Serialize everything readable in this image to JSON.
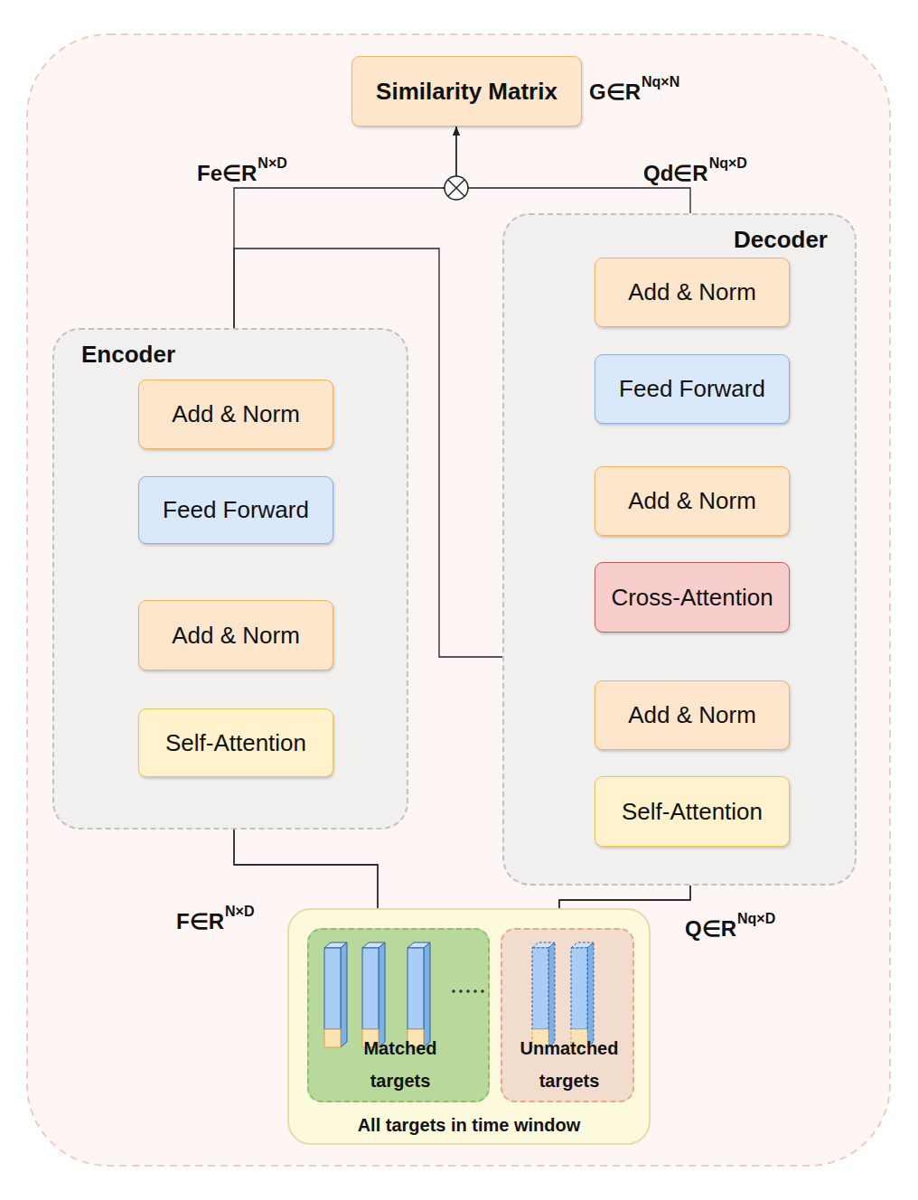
{
  "diagram": {
    "nodes": [
      {
        "text": [
          "Similarity Matrix"
        ]
      },
      {
        "text": [
          "Encoder"
        ]
      },
      {
        "text": [
          "Add & Norm"
        ],
        "in": 1
      },
      {
        "text": [
          "Feed Forward"
        ],
        "in": 1
      },
      {
        "text": [
          "Add & Norm"
        ],
        "in": 1
      },
      {
        "text": [
          "Self-Attention"
        ],
        "in": 1
      },
      {
        "text": [
          "Decoder"
        ]
      },
      {
        "text": [
          "Add & Norm"
        ],
        "in": 6
      },
      {
        "text": [
          "Feed Forward"
        ],
        "in": 6
      },
      {
        "text": [
          "Add & Norm"
        ],
        "in": 6
      },
      {
        "text": [
          "Cross-Attention"
        ],
        "in": 6
      },
      {
        "text": [
          "Add & Norm"
        ],
        "in": 6
      },
      {
        "text": [
          "Self-Attention"
        ],
        "in": 6
      },
      {
        "text": [
          "All targets in time window"
        ]
      },
      {
        "text": [
          "Matched targets"
        ],
        "in": 13
      },
      {
        "text": [
          "Unmatched targets"
        ],
        "in": 13
      }
    ],
    "edges": [
      {
        "from": 2,
        "to": 0,
        "arrow": "to"
      },
      {
        "from": 7,
        "to": 0,
        "arrow": "to"
      },
      {
        "from": 13,
        "to": 5,
        "arrow": "to"
      },
      {
        "from": 13,
        "to": 4,
        "arrow": "to"
      },
      {
        "from": 5,
        "to": 4,
        "arrow": "to"
      },
      {
        "from": 4,
        "to": 3,
        "arrow": "to"
      },
      {
        "from": 3,
        "to": 2,
        "arrow": "to"
      },
      {
        "from": 4,
        "to": 2,
        "arrow": "to"
      },
      {
        "from": 2,
        "to": 10,
        "arrow": "to"
      },
      {
        "from": 13,
        "to": 12,
        "arrow": "to"
      },
      {
        "from": 13,
        "to": 11,
        "arrow": "to"
      },
      {
        "from": 12,
        "to": 11,
        "arrow": "to"
      },
      {
        "from": 11,
        "to": 10,
        "arrow": "to"
      },
      {
        "from": 11,
        "to": 9,
        "arrow": "to"
      },
      {
        "from": 10,
        "to": 9,
        "arrow": "to"
      },
      {
        "from": 9,
        "to": 8,
        "arrow": "to"
      },
      {
        "from": 8,
        "to": 7,
        "arrow": "to"
      },
      {
        "from": 9,
        "to": 7,
        "arrow": "to"
      }
    ],
    "labels": [
      "G∈R",
      "Nq×N",
      "Fe∈R",
      "N×D",
      "Qd∈R",
      "Nq×D",
      "F∈R",
      "N×D",
      "Q∈R",
      "Nq×D"
    ]
  }
}
